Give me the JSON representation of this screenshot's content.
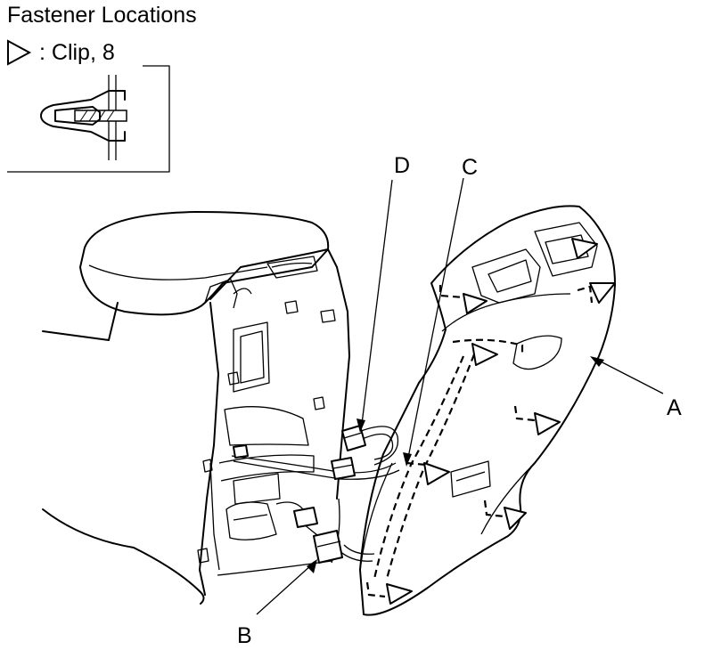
{
  "header": {
    "title": "Fastener Locations",
    "legend_label": ": Clip, 8",
    "legend_icon": "clip-triangle-icon"
  },
  "callouts": {
    "a": "A",
    "b": "B",
    "c": "C",
    "d": "D"
  }
}
